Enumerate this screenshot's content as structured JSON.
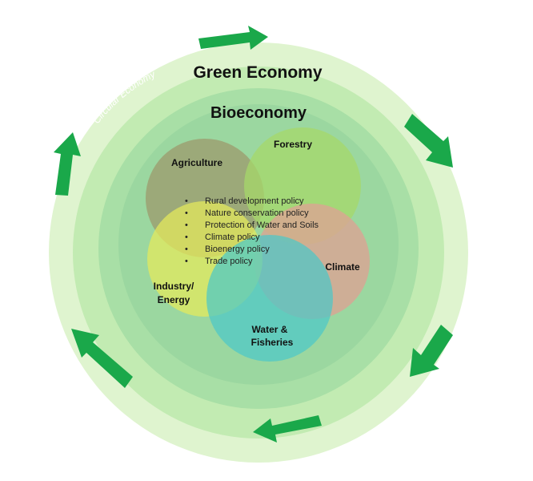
{
  "titles": {
    "green_economy": "Green Economy",
    "bioeconomy": "Bioeconomy",
    "circular_economy": "Circular Economy"
  },
  "sectors": {
    "agriculture": "Agriculture",
    "forestry": "Forestry",
    "climate": "Climate",
    "industry_line1": "Industry/",
    "industry_line2": "Energy",
    "water_line1": "Water &",
    "water_line2": "Fisheries"
  },
  "policies": [
    "Rural development policy",
    "Nature conservation policy",
    "Protection of Water and Soils",
    "Climate policy",
    "Bioenergy policy",
    "Trade policy"
  ],
  "bullet": "•",
  "colors": {
    "outer_ring": "#dff4cf",
    "middle_ring": "#c2ebb2",
    "inner_ring": "#a8dfa6",
    "core": "#8fd09a",
    "agriculture": "#9c9a6c",
    "forestry": "#a6d86a",
    "climate": "#dca393",
    "industry_energy": "#e6ea5a",
    "water_fisheries": "#4cc8c8",
    "arrow": "#1aa84a"
  }
}
